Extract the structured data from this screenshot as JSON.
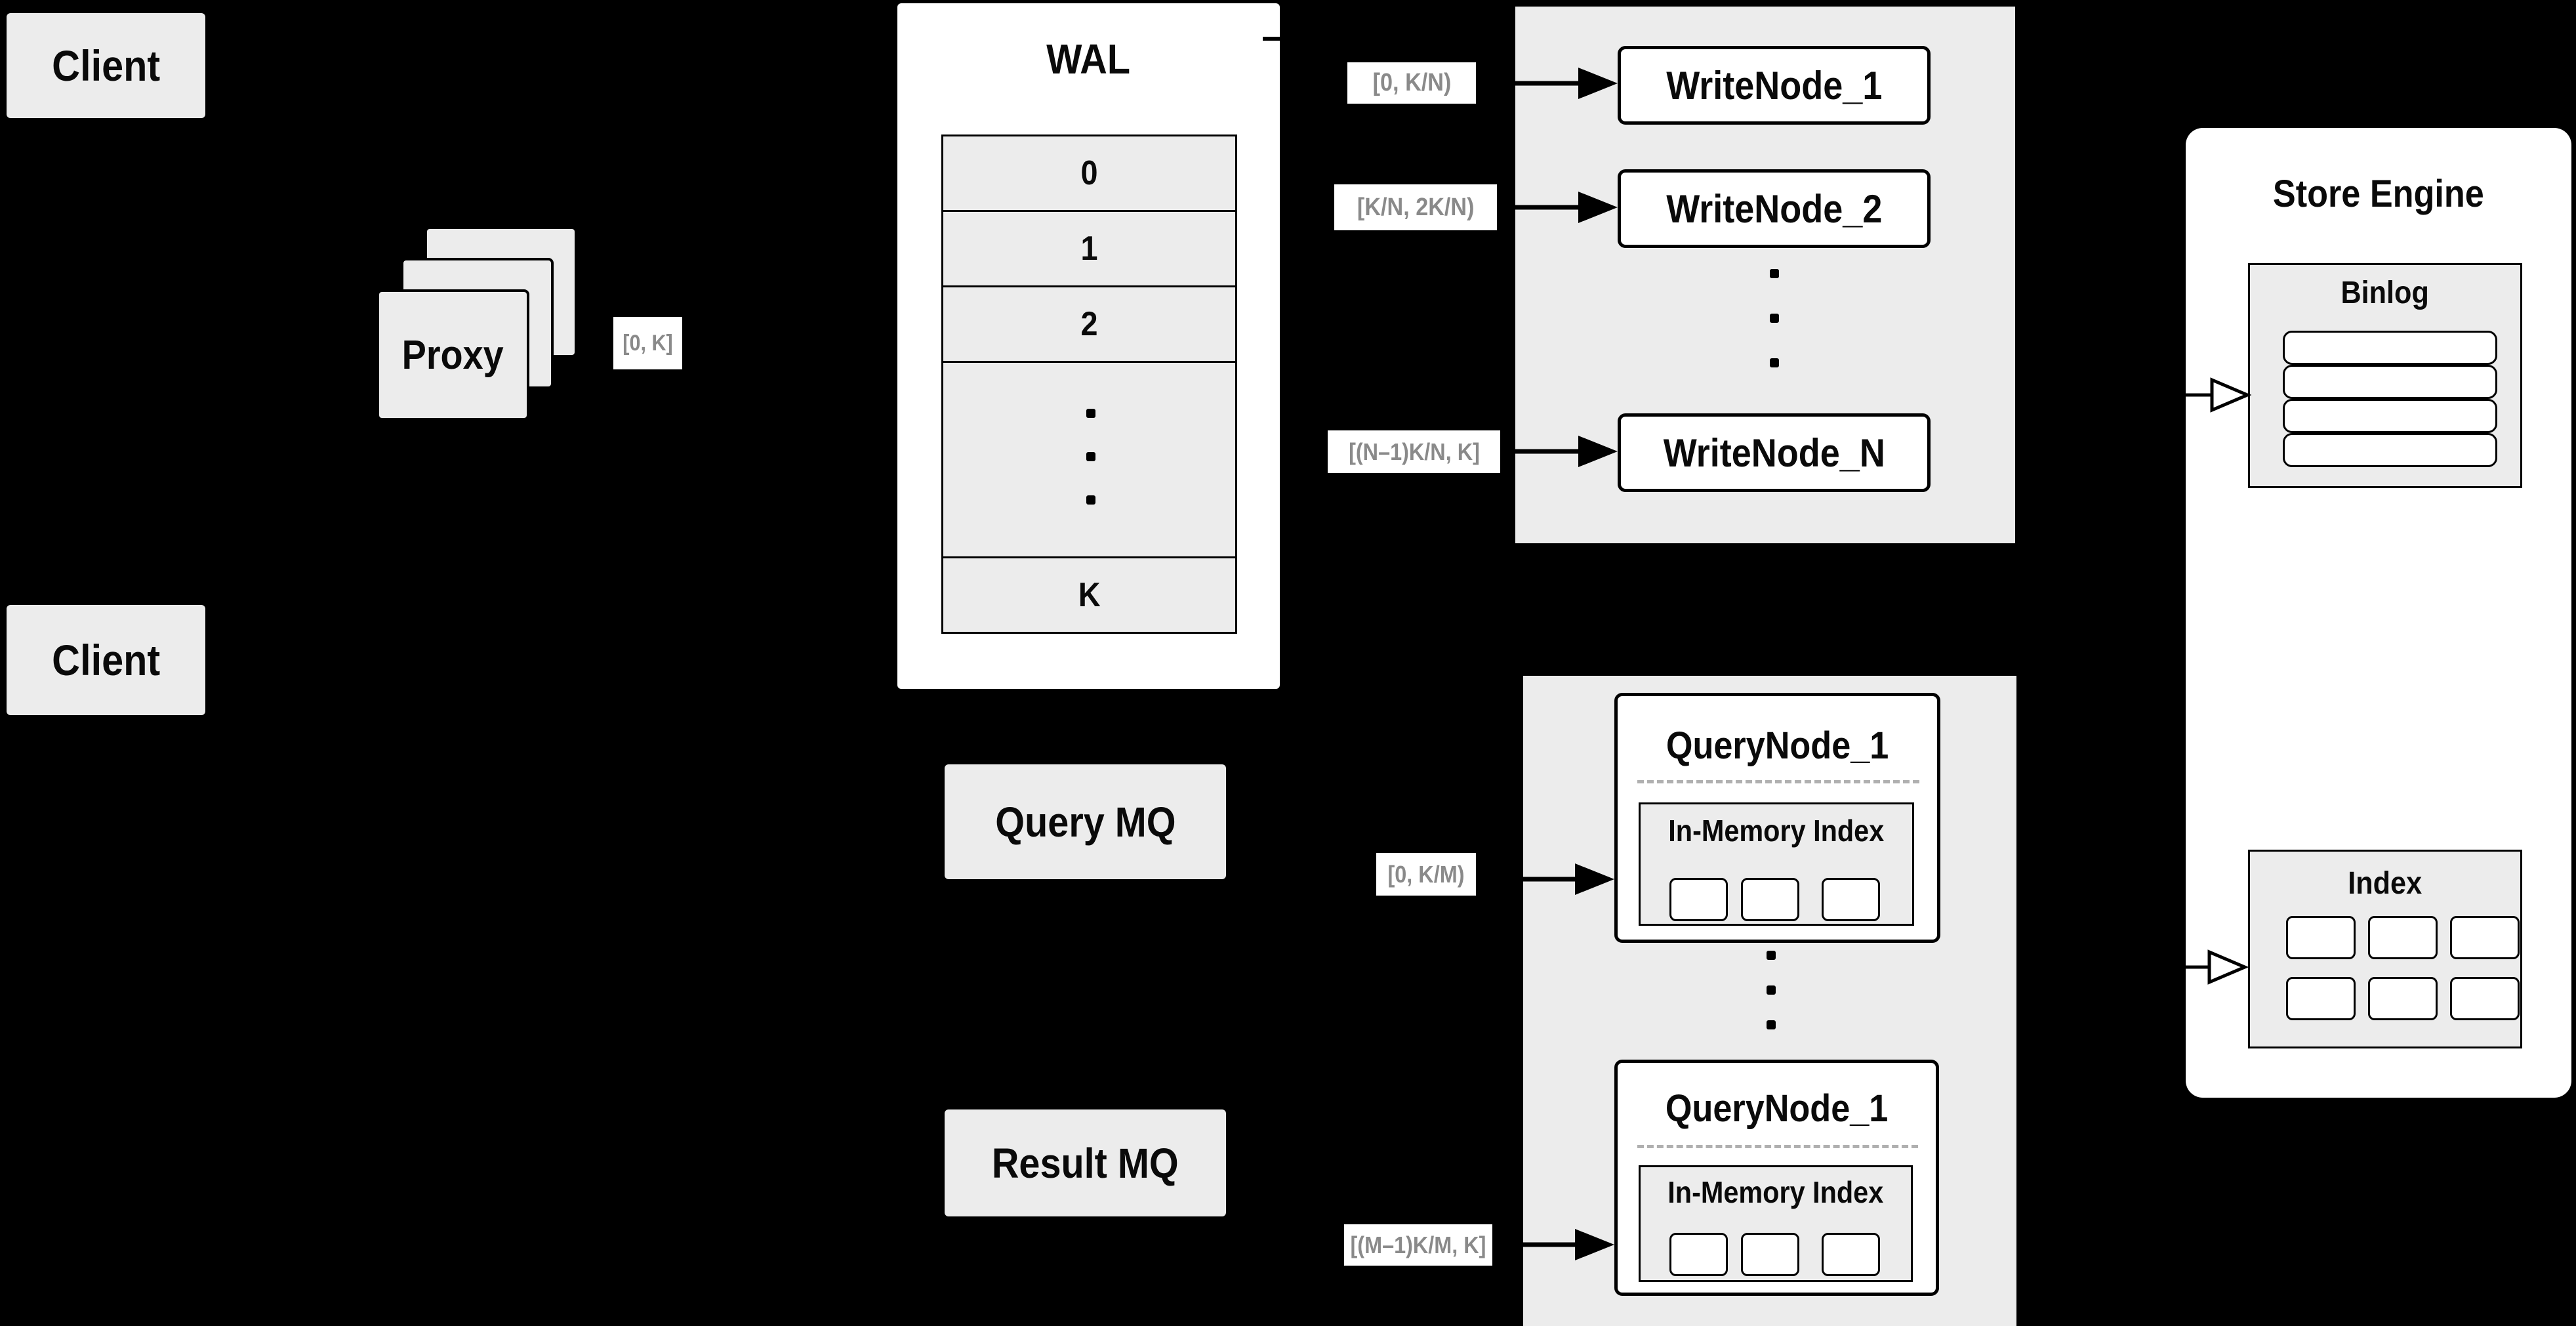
{
  "clients": {
    "top_label": "Client",
    "bottom_label": "Client"
  },
  "proxy": {
    "label": "Proxy",
    "range_label": "[0, K]"
  },
  "wal": {
    "title": "WAL",
    "rows": [
      "0",
      "1",
      "2",
      "K"
    ]
  },
  "write_cluster": {
    "nodes": [
      "WriteNode_1",
      "WriteNode_2",
      "WriteNode_N"
    ],
    "ranges": [
      "[0, K/N)",
      "[K/N, 2K/N)",
      "[(N–1)K/N, K]"
    ]
  },
  "mq": {
    "query_label": "Query MQ",
    "result_label": "Result MQ"
  },
  "query_cluster": {
    "nodes": [
      {
        "title": "QueryNode_1",
        "inner_title": "In-Memory Index"
      },
      {
        "title": "QueryNode_1",
        "inner_title": "In-Memory Index"
      }
    ],
    "ranges": [
      "[0, K/M)",
      "[(M–1)K/M, K]"
    ]
  },
  "store_engine": {
    "title": "Store Engine",
    "binlog_title": "Binlog",
    "index_title": "Index"
  },
  "colors": {
    "background": "#000000",
    "panel_gray": "#ececec",
    "box_white": "#ffffff",
    "line_black": "#000000",
    "muted_label_text": "#8a8a8a",
    "dashed_divider": "#b0b0b0"
  }
}
